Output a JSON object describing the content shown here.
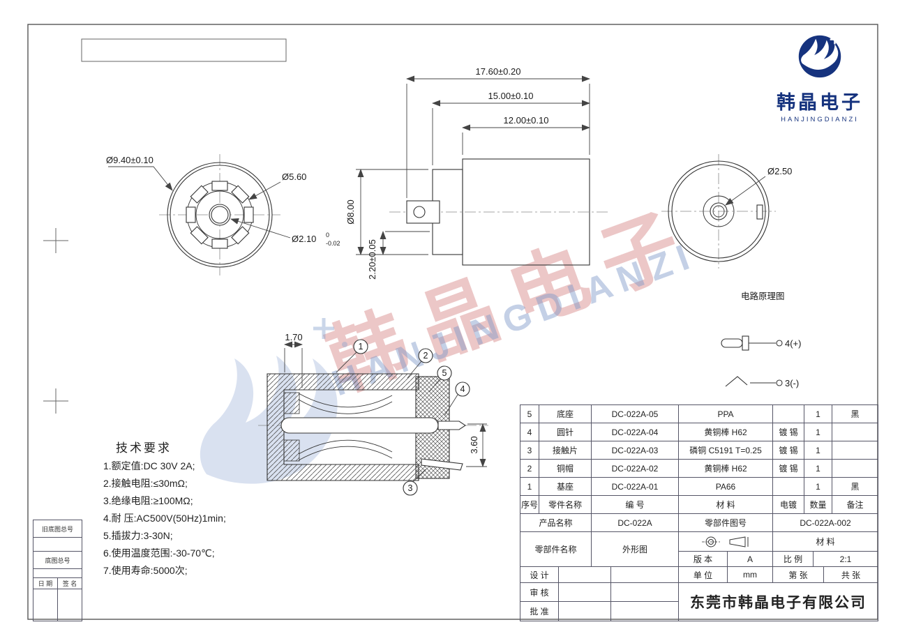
{
  "logo": {
    "name_cn": "韩晶电子",
    "name_en": "HANJINGDIANZI"
  },
  "watermark": {
    "cn": "韩晶电子",
    "en": "HANJINGDIANZI"
  },
  "dims": {
    "front": {
      "outer": "Ø9.40±0.10",
      "mid": "Ø5.60",
      "hole": "Ø2.10",
      "hole_tol_up": "0",
      "hole_tol_dn": "-0.02"
    },
    "side": {
      "total": "17.60±0.20",
      "mid": "15.00±0.10",
      "body": "12.00±0.10",
      "dia": "Ø8.00",
      "step": "2.20±0.05"
    },
    "rear": {
      "hole": "Ø2.50"
    },
    "section": {
      "a": "1.70",
      "b": "3.60"
    }
  },
  "schematic": {
    "title": "电路原理图",
    "pin_pos": "4(+)",
    "pin_neg": "3(-)"
  },
  "callouts": [
    "1",
    "2",
    "5",
    "4",
    "3"
  ],
  "tech": {
    "title": "技术要求",
    "items": [
      "1.额定值:DC 30V 2A;",
      "2.接触电阻:≤30mΩ;",
      "3.绝缘电阻:≥100MΩ;",
      "4.耐  压:AC500V(50Hz)1min;",
      "5.插拔力:3-30N;",
      "6.使用温度范围:-30-70℃;",
      "7.使用寿命:5000次;"
    ]
  },
  "bom": {
    "header": {
      "no": "序号",
      "name": "零件名称",
      "code": "编  号",
      "material": "材  料",
      "plating": "电镀",
      "qty": "数量",
      "remark": "备注"
    },
    "rows": [
      {
        "no": "5",
        "name": "底座",
        "code": "DC-022A-05",
        "material": "PPA",
        "plating": "",
        "qty": "1",
        "remark": "黑"
      },
      {
        "no": "4",
        "name": "圆针",
        "code": "DC-022A-04",
        "material": "黄铜棒 H62",
        "plating": "镀 锡",
        "qty": "1",
        "remark": ""
      },
      {
        "no": "3",
        "name": "接触片",
        "code": "DC-022A-03",
        "material": "磷铜 C5191 T=0.25",
        "plating": "镀 锡",
        "qty": "1",
        "remark": ""
      },
      {
        "no": "2",
        "name": "铜帽",
        "code": "DC-022A-02",
        "material": "黄铜棒 H62",
        "plating": "镀 锡",
        "qty": "1",
        "remark": ""
      },
      {
        "no": "1",
        "name": "基座",
        "code": "DC-022A-01",
        "material": "PA66",
        "plating": "",
        "qty": "1",
        "remark": "黑"
      }
    ]
  },
  "title_block": {
    "product_label": "产品名称",
    "product": "DC-022A",
    "part_no_label": "零部件图号",
    "part_no": "DC-022A-002",
    "part_name_label": "零部件名称",
    "part_name": "外形图",
    "material_label": "材  料",
    "version_label": "版  本",
    "version": "A",
    "scale_label": "比  例",
    "scale": "2:1",
    "design_label": "设  计",
    "unit_label": "单  位",
    "unit": "mm",
    "sheet_label": "第    张",
    "total_label": "共    张",
    "check_label": "审  核",
    "approve_label": "批  准",
    "company": "东莞市韩晶电子有限公司"
  },
  "margins": {
    "old_no": "旧底图总号",
    "no": "底图总号",
    "date": "日 期",
    "sign": "签 名"
  }
}
